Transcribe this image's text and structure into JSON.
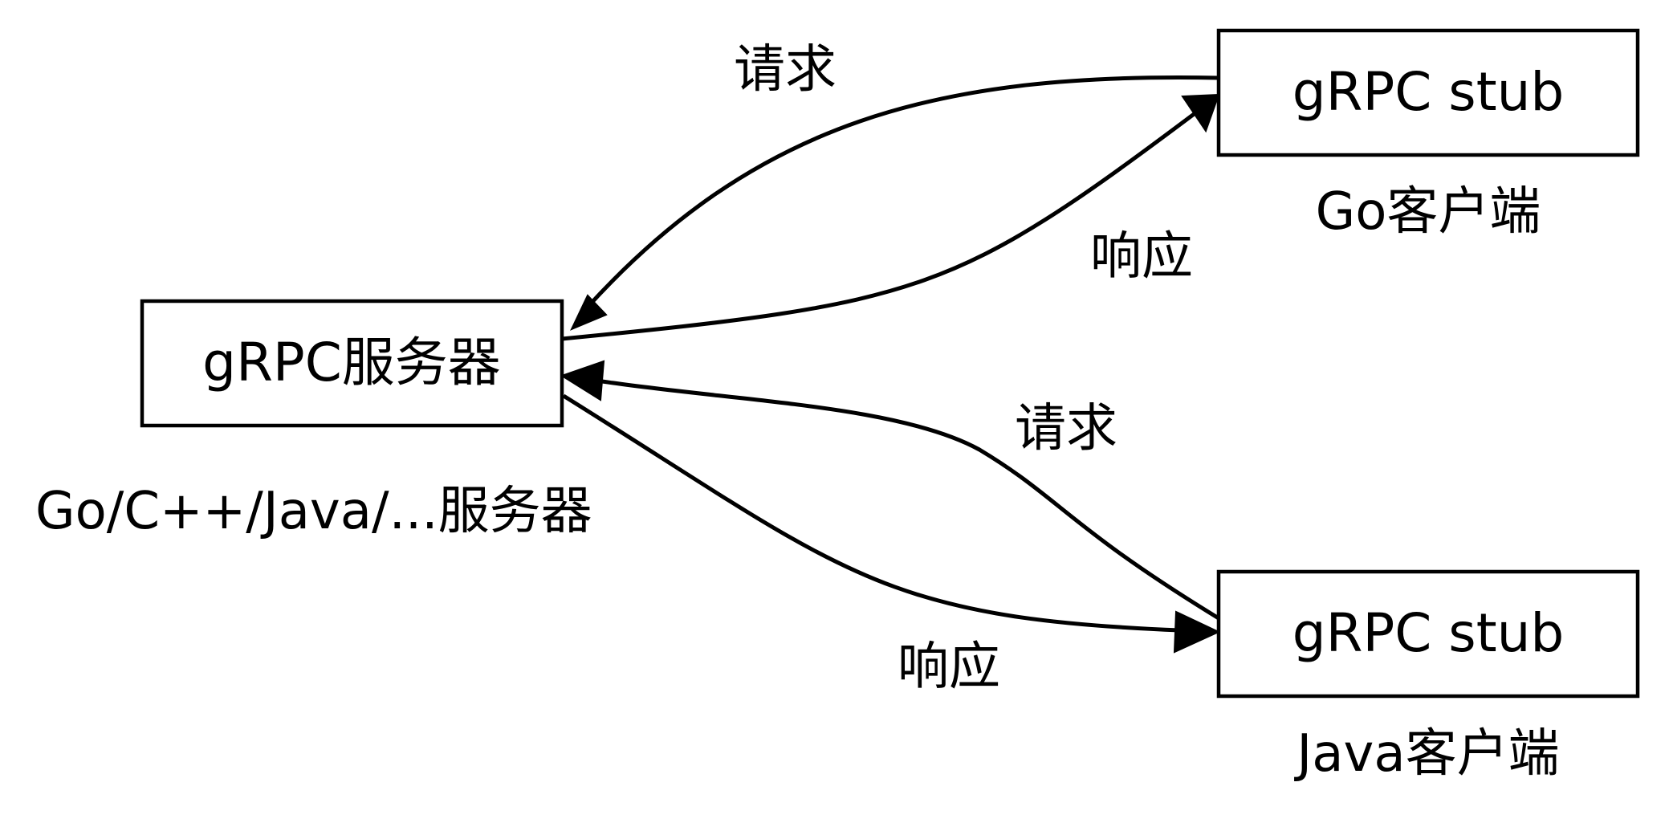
{
  "nodes": {
    "server": {
      "label": "gRPC服务器",
      "caption": "Go/C++/Java/...服务器"
    },
    "go_client": {
      "label": "gRPC stub",
      "caption": "Go客户端"
    },
    "java_client": {
      "label": "gRPC stub",
      "caption": "Java客户端"
    }
  },
  "edges": {
    "go_request": {
      "label": "请求"
    },
    "go_response": {
      "label": "响应"
    },
    "java_request": {
      "label": "请求"
    },
    "java_response": {
      "label": "响应"
    }
  },
  "colors": {
    "stroke": "#000000",
    "background": "#ffffff"
  }
}
